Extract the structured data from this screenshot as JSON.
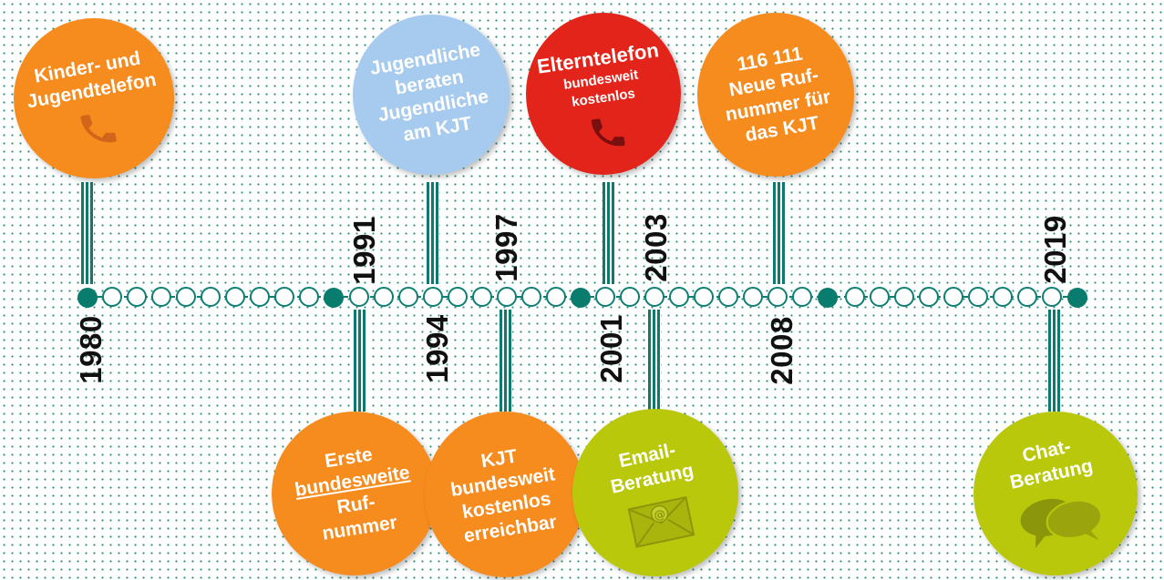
{
  "years": {
    "y1980": "1980",
    "y1991": "1991",
    "y1994": "1994",
    "y1997": "1997",
    "y2001": "2001",
    "y2003": "2003",
    "y2008": "2008",
    "y2019": "2019"
  },
  "events": {
    "kjt_1980": {
      "line1": "Kinder- und",
      "line2": "Jugendtelefon",
      "icon": "phone-icon"
    },
    "peer_1994": {
      "line1": "Jugendliche",
      "line2": "beraten",
      "line3": "Jugendliche",
      "line4": "am KJT"
    },
    "eltern_2001": {
      "title": "Elterntelefon",
      "line2": "bundesweit",
      "line3": "kostenlos",
      "icon": "phone-icon"
    },
    "nummer_2008": {
      "line1": "116 111",
      "line2": "Neue Ruf-",
      "line3": "nummer für",
      "line4": "das KJT"
    },
    "erste_1991": {
      "line1": "Erste",
      "line2": "bundesweite",
      "line3": "Ruf-",
      "line4": "nummer"
    },
    "kostenlos_1997": {
      "line1": "KJT",
      "line2": "bundesweit",
      "line3": "kostenlos",
      "line4": "erreichbar"
    },
    "email_2003": {
      "line1": "Email-",
      "line2": "Beratung",
      "icon": "envelope-icon"
    },
    "chat_2019": {
      "line1": "Chat-",
      "line2": "Beratung",
      "icon": "chat-bubbles-icon"
    }
  },
  "colors": {
    "orange": "#f68b1e",
    "light_blue": "#a7cbee",
    "red": "#e2241b",
    "lime": "#b9c80a",
    "teal": "#0a7c6e"
  }
}
